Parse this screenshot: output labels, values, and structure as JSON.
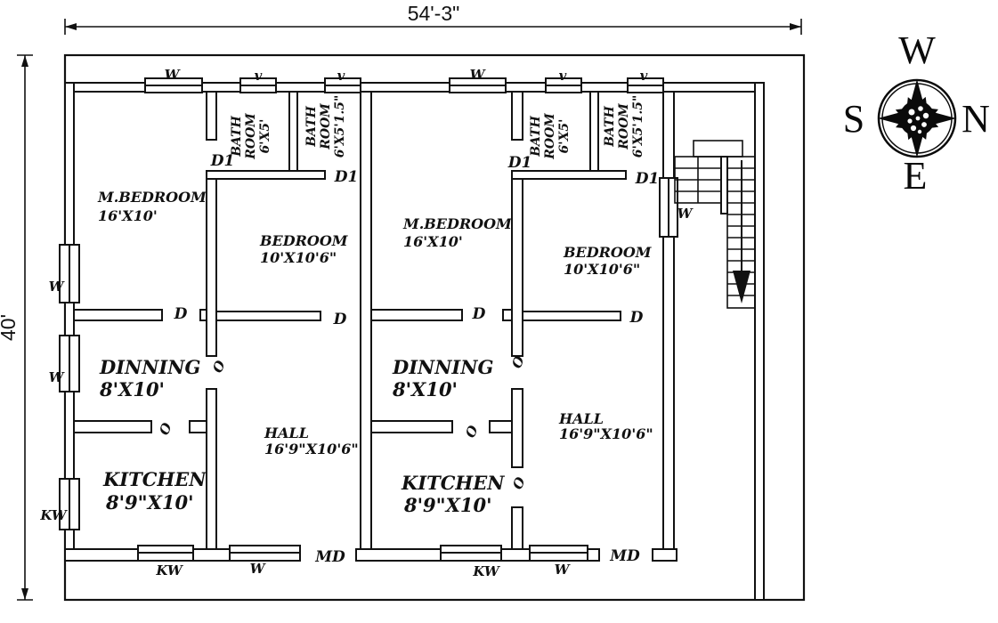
{
  "dimensions": {
    "width_label": "54'-3\"",
    "height_label": "40'"
  },
  "compass": {
    "top": "W",
    "right": "N",
    "bottom": "E",
    "left": "S"
  },
  "opening_labels": {
    "window": "W",
    "vent": "v",
    "kitchen_window": "KW",
    "main_door": "MD",
    "door": "D",
    "bath_door": "D1",
    "opening": "O"
  },
  "units": [
    {
      "id": "unit-left",
      "rooms": {
        "master_bedroom": {
          "name": "M.BEDROOM",
          "size": "16'X10'"
        },
        "bathroom1": {
          "lines": [
            "BATH",
            "ROOM",
            "6'X5'"
          ]
        },
        "bathroom2": {
          "lines": [
            "BATH",
            "ROOM",
            "6'X5'1.5\""
          ]
        },
        "bedroom": {
          "name": "BEDROOM",
          "size": "10'X10'6\""
        },
        "dinning": {
          "name": "DINNING",
          "size": "8'X10'"
        },
        "kitchen": {
          "name": "KITCHEN",
          "size": "8'9\"X10'"
        },
        "hall": {
          "name": "HALL",
          "size": "16'9\"X10'6\""
        }
      }
    },
    {
      "id": "unit-right",
      "rooms": {
        "master_bedroom": {
          "name": "M.BEDROOM",
          "size": "16'X10'"
        },
        "bathroom1": {
          "lines": [
            "BATH",
            "ROOM",
            "6'X5'"
          ]
        },
        "bathroom2": {
          "lines": [
            "BATH",
            "ROOM",
            "6'X5'1.5\""
          ]
        },
        "bedroom": {
          "name": "BEDROOM",
          "size": "10'X10'6\""
        },
        "dinning": {
          "name": "DINNING",
          "size": "8'X10'"
        },
        "kitchen": {
          "name": "KITCHEN",
          "size": "8'9\"X10'"
        },
        "hall": {
          "name": "HALL",
          "size": "16'9\"X10'6\""
        }
      }
    }
  ]
}
